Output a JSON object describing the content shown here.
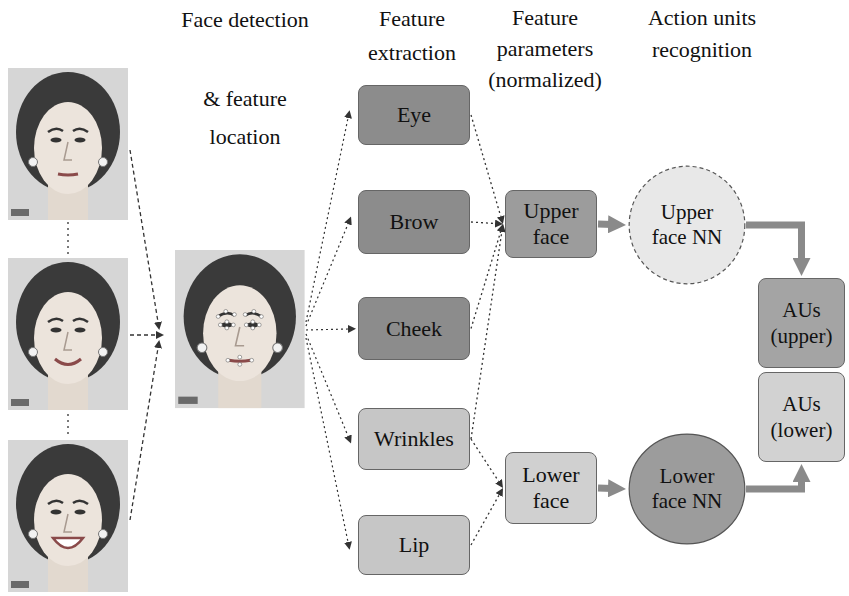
{
  "diagram": {
    "nodes": [
      {
        "text": [
          "Eye"
        ]
      },
      {
        "text": [
          "Brow"
        ]
      },
      {
        "text": [
          "Cheek"
        ]
      },
      {
        "text": [
          "Wrinkles"
        ]
      },
      {
        "text": [
          "Lip"
        ]
      },
      {
        "text": [
          "Upper face"
        ]
      },
      {
        "text": [
          "Lower face"
        ]
      },
      {
        "text": [
          "Upper face NN"
        ]
      },
      {
        "text": [
          "Lower face NN"
        ]
      },
      {
        "text": [
          "AUs (upper)"
        ]
      },
      {
        "text": [
          "AUs (lower)"
        ]
      }
    ],
    "edges": [
      {
        "from": 0,
        "to": 5,
        "arrow": "to"
      },
      {
        "from": 1,
        "to": 5,
        "arrow": "to"
      },
      {
        "from": 2,
        "to": 5,
        "arrow": "to"
      },
      {
        "from": 3,
        "to": 5,
        "arrow": "to"
      },
      {
        "from": 3,
        "to": 6,
        "arrow": "to"
      },
      {
        "from": 4,
        "to": 6,
        "arrow": "to"
      },
      {
        "from": 5,
        "to": 7,
        "arrow": "to"
      },
      {
        "from": 6,
        "to": 8,
        "arrow": "to"
      },
      {
        "from": 7,
        "to": 9,
        "arrow": "to"
      },
      {
        "from": 8,
        "to": 10,
        "arrow": "to"
      }
    ],
    "labels": [
      "Face detection",
      "& feature location",
      "Feature extraction",
      "Feature parameters (normalized)",
      "Action units recognition"
    ]
  }
}
